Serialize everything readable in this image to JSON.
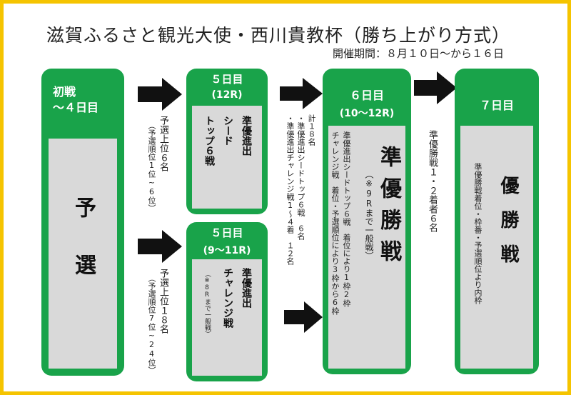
{
  "title": "滋賀ふるさと観光大使・西川貴教杯（勝ち上がり方式）",
  "period": "開催期間：８月１０日～から１６日",
  "colors": {
    "green": "#19a34a",
    "gray": "#d9d9d9",
    "frame": "#f5c400",
    "arrow": "#111111"
  },
  "stage1": {
    "head_line1": "初戦",
    "head_line2": "～４日目",
    "body": "予選"
  },
  "arrow1_note": {
    "line1": "予選上位６名",
    "line2": "（予選順位1位~6位）"
  },
  "arrow2_note": {
    "line1": "予選上位１８名",
    "line2": "（予選順位7位~24位）"
  },
  "stage2a": {
    "head": "５日目",
    "sub": "(12R)",
    "col1": "準優進出",
    "col2": "シード",
    "col3": "トップ６戦"
  },
  "stage2b": {
    "head": "５日目",
    "sub": "(9～11R)",
    "col1": "準優進出",
    "col2": "チャレンジ戦",
    "note": "（※8Rまで一般戦）"
  },
  "arrow3_note": {
    "line1": "計１８名",
    "line2": "・準優進出シードトップ６戦　６名",
    "line3": "・準優進出チャレンジ戦1～４着　１２名"
  },
  "stage3": {
    "head": "６日目",
    "sub": "(10～12R)",
    "big": "準優勝戦",
    "note": "（※9Rまで一般戦）",
    "desc1": "準優進出シードトップ６戦　着位により1枠2枠",
    "desc2": "チャレンジ戦　着位・予選順位により3枠から6枠"
  },
  "arrow4_note": "準優勝戦１・２着者６名",
  "stage4": {
    "head": "７日目",
    "big": "優勝戦",
    "desc": "準優勝戦着位・枠番・予選順位より内枠"
  }
}
